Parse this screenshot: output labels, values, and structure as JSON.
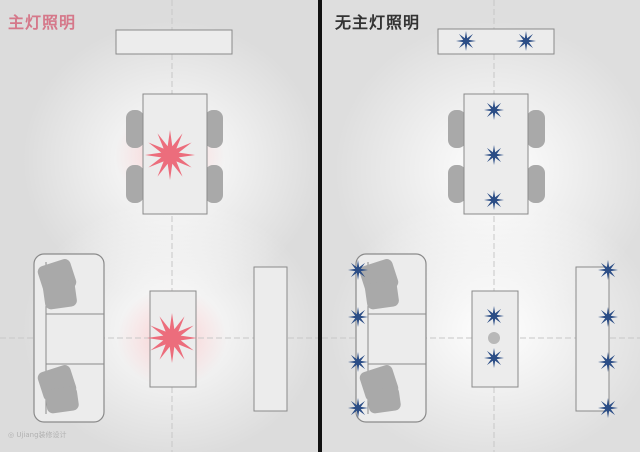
{
  "panels": {
    "left": {
      "title": "主灯照明",
      "title_color": "#d5788a"
    },
    "right": {
      "title": "无主灯照明",
      "title_color": "#333333"
    }
  },
  "watermark": "◎ Ujiang装修设计",
  "colors": {
    "main_light": "#ec6d7c",
    "spot_light": "#2b4d86",
    "furniture_fill": "#ececec",
    "furniture_stroke": "#8a8a8a",
    "cushion": "#a9a9a9",
    "divider": "#111111",
    "axis_line": "#c7c7c7"
  },
  "legend_icons": [
    "main-light-burst-icon",
    "spot-light-star-icon"
  ]
}
